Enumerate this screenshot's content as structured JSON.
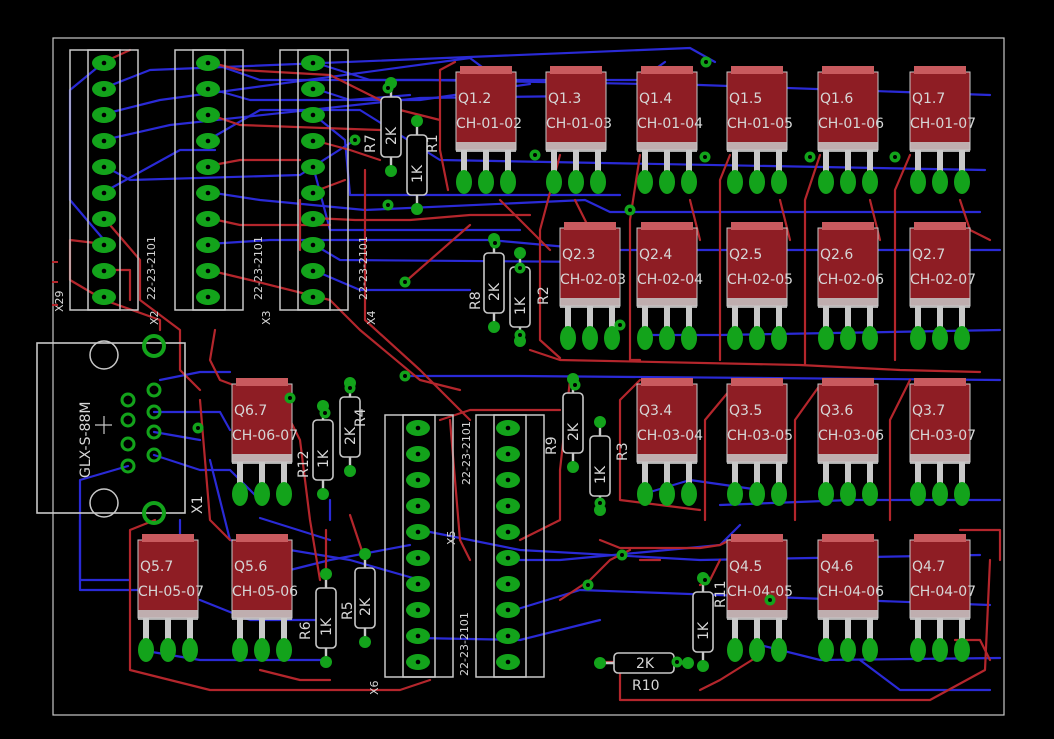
{
  "colors": {
    "background": "#000000",
    "outline": "#c8c8c8",
    "top_trace": "#b4262c",
    "bottom_trace": "#2a2ad6",
    "pad": "#13a31b",
    "body": "#8e1d24",
    "tab": "#c85a5e",
    "text": "#d6d6d6"
  },
  "transistors": [
    {
      "name": "Q1.2",
      "value": "CH-01-02"
    },
    {
      "name": "Q1.3",
      "value": "CH-01-03"
    },
    {
      "name": "Q1.4",
      "value": "CH-01-04"
    },
    {
      "name": "Q1.5",
      "value": "CH-01-05"
    },
    {
      "name": "Q1.6",
      "value": "CH-01-06"
    },
    {
      "name": "Q1.7",
      "value": "CH-01-07"
    },
    {
      "name": "Q2.3",
      "value": "CH-02-03"
    },
    {
      "name": "Q2.4",
      "value": "CH-02-04"
    },
    {
      "name": "Q2.5",
      "value": "CH-02-05"
    },
    {
      "name": "Q2.6",
      "value": "CH-02-06"
    },
    {
      "name": "Q2.7",
      "value": "CH-02-07"
    },
    {
      "name": "Q3.4",
      "value": "CH-03-04"
    },
    {
      "name": "Q3.5",
      "value": "CH-03-05"
    },
    {
      "name": "Q3.6",
      "value": "CH-03-06"
    },
    {
      "name": "Q3.7",
      "value": "CH-03-07"
    },
    {
      "name": "Q4.5",
      "value": "CH-04-05"
    },
    {
      "name": "Q4.6",
      "value": "CH-04-06"
    },
    {
      "name": "Q4.7",
      "value": "CH-04-07"
    },
    {
      "name": "Q5.6",
      "value": "CH-05-06"
    },
    {
      "name": "Q5.7",
      "value": "CH-05-07"
    },
    {
      "name": "Q6.7",
      "value": "CH-06-07"
    }
  ],
  "resistors": [
    {
      "name": "R1",
      "value": "1K"
    },
    {
      "name": "R2",
      "value": "1K"
    },
    {
      "name": "R3",
      "value": "1K"
    },
    {
      "name": "R4",
      "value": "2K"
    },
    {
      "name": "R5",
      "value": "2K"
    },
    {
      "name": "R6",
      "value": "1K"
    },
    {
      "name": "R7",
      "value": "2K"
    },
    {
      "name": "R8",
      "value": "2K"
    },
    {
      "name": "R9",
      "value": "2K"
    },
    {
      "name": "R10",
      "value": "2K"
    },
    {
      "name": "R11",
      "value": "1K"
    },
    {
      "name": "R12",
      "value": "1K"
    }
  ],
  "connectors": [
    {
      "name": "X2",
      "value": "22-23-2101"
    },
    {
      "name": "X3",
      "value": "22-23-2101"
    },
    {
      "name": "X4",
      "value": "22-23-2101"
    },
    {
      "name": "X5",
      "value": "22-23-2101"
    },
    {
      "name": "X6",
      "value": "22-23-2101"
    }
  ],
  "power_connector": {
    "name": "X1",
    "value": "GLX-S-88M"
  },
  "misc": {
    "x29_label": "X29"
  }
}
